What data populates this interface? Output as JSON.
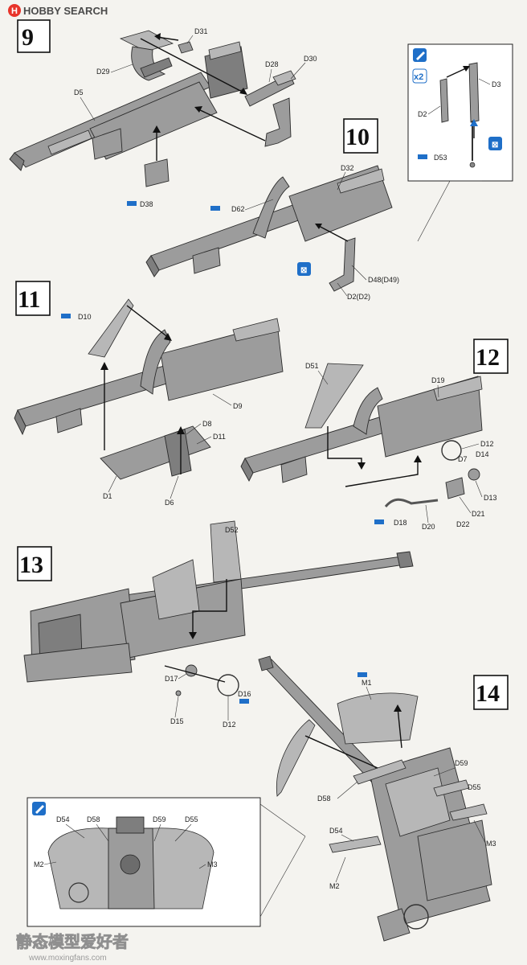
{
  "header": {
    "logo_text": "HOBBY SEARCH"
  },
  "watermark": {
    "cn_text": "静态模型爱好者",
    "url": "www.moxingfans.com"
  },
  "icons": {
    "paint": "paintbrush-icon",
    "cement": "glue-icon",
    "times_two": "x2-icon"
  },
  "times_two_label": "x2",
  "colors": {
    "part_gray": "#9c9c9c",
    "icon_blue": "#1f6fc8",
    "background": "#f4f3ef"
  },
  "steps": [
    {
      "number": "9",
      "labels": {
        "D31": "D31",
        "D29": "D29",
        "D5": "D5",
        "D28": "D28",
        "D30": "D30",
        "D38": "D38"
      }
    },
    {
      "number": "10",
      "labels": {
        "D32": "D32",
        "D62": "D62",
        "D48": "D48(D49)",
        "D2": "D2(D2)"
      }
    },
    {
      "number": "11",
      "labels": {
        "D10": "D10",
        "D9": "D9",
        "D8": "D8",
        "D11": "D11",
        "D1": "D1",
        "D6": "D6"
      }
    },
    {
      "number": "12",
      "labels": {
        "D51": "D51",
        "D19": "D19",
        "D12": "D12",
        "D7": "D7",
        "D14": "D14",
        "D13": "D13",
        "D21": "D21",
        "D22": "D22",
        "D18": "D18",
        "D20": "D20"
      }
    },
    {
      "number": "13",
      "labels": {
        "D52": "D52",
        "D17": "D17",
        "D16": "D16",
        "D15": "D15",
        "D12": "D12"
      }
    },
    {
      "number": "14",
      "labels": {
        "M1": "M1",
        "D59": "D59",
        "D55": "D55",
        "D58": "D58",
        "D54": "D54",
        "M3": "M3",
        "M2": "M2"
      }
    }
  ],
  "subassembly_10": {
    "labels": {
      "D3": "D3",
      "D2": "D2",
      "D53": "D53"
    }
  },
  "inset_14": {
    "labels": {
      "D54": "D54",
      "D58": "D58",
      "D59": "D59",
      "D55": "D55",
      "M2": "M2",
      "M3": "M3"
    }
  }
}
